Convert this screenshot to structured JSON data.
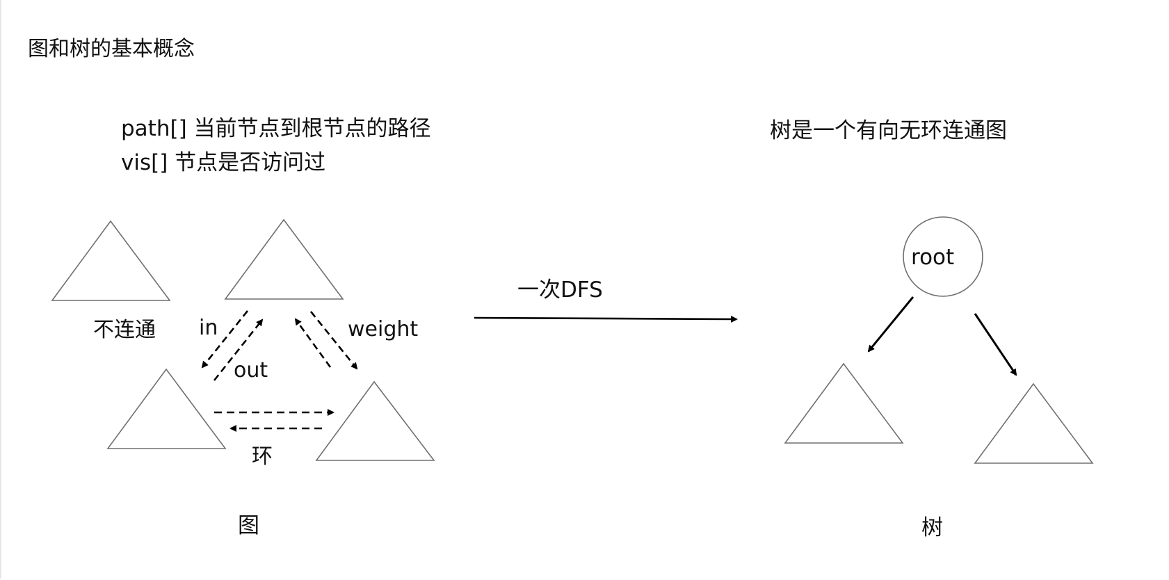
{
  "title": "图和树的基本概念",
  "notes": {
    "path": "path[] 当前节点到根节点的路径",
    "vis": "vis[] 节点是否访问过",
    "tree_def": "树是一个有向无环连通图"
  },
  "graph": {
    "disconnected_label": "不连通",
    "in_label": "in",
    "out_label": "out",
    "weight_label": "weight",
    "cycle_label": "环",
    "caption": "图"
  },
  "transform": {
    "label": "一次DFS"
  },
  "tree": {
    "root_label": "root",
    "caption": "树"
  },
  "colors": {
    "shape_stroke": "#707070",
    "arrow": "#000000",
    "text": "#111111"
  }
}
